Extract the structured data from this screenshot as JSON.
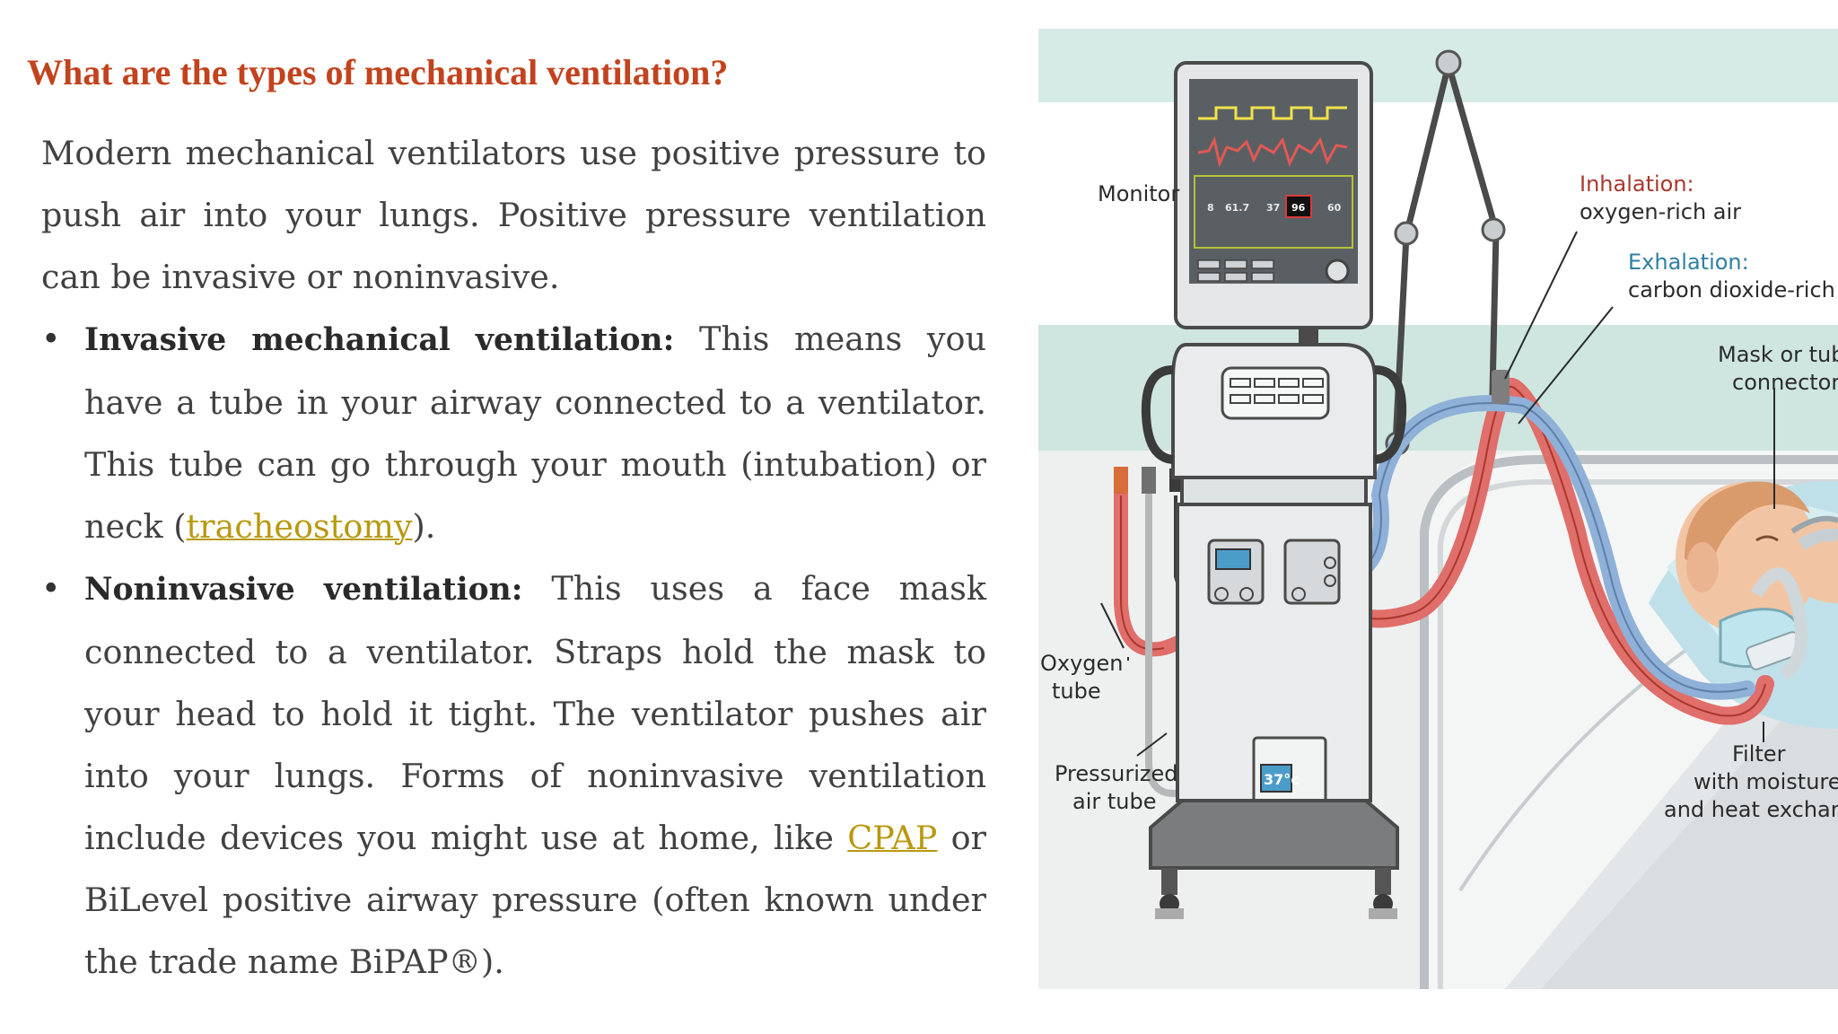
{
  "heading": "What are the types of mechanical ventilation?",
  "intro": "Modern mechanical ventilators use positive pressure to push air into your lungs. Positive pressure ventilation can be invasive or noninvasive.",
  "bullets": [
    {
      "marker": "•",
      "term": "Invasive mechanical ventilation:",
      "text_before": " This means you have a tube in your airway connected to a ventilator. This tube can go through your mouth (intubation) or neck (",
      "link": "tracheostomy",
      "text_after": ")."
    },
    {
      "marker": "•",
      "term": "Noninvasive ventilation:",
      "text_before": " This uses a face mask connected to a ventilator. Straps hold the mask to your head to hold it tight. The ventilator pushes air into your lungs. Forms of noninvasive ventilation include devices you might use at home, like ",
      "link": "CPAP",
      "text_after": " or BiLevel positive airway pressure (often known under the trade name BiPAP®)."
    }
  ],
  "figure": {
    "labels": {
      "monitor": "Monitor",
      "inhalation_1": "Inhalation:",
      "inhalation_2": "oxygen-rich air",
      "exhalation_1": "Exhalation:",
      "exhalation_2": "carbon dioxide-rich air",
      "mask_1": "Mask or tube",
      "mask_2": "connector",
      "oxygen_1": "Oxygen",
      "oxygen_2": "tube",
      "pressurized_1": "Pressurized",
      "pressurized_2": "air tube",
      "filter_1": "Filter",
      "filter_2": "with moisture",
      "filter_3": "and heat exchange"
    },
    "screen_values": [
      "8",
      "61.7",
      "37",
      "96",
      "60"
    ],
    "humidifier_temp": "37°c",
    "colors": {
      "wall": "#d7ebe6",
      "inhalation_tube": "#e06e6a",
      "exhalation_tube": "#8fb1d8",
      "heading": "#c2431d",
      "link": "#b8990f"
    }
  }
}
